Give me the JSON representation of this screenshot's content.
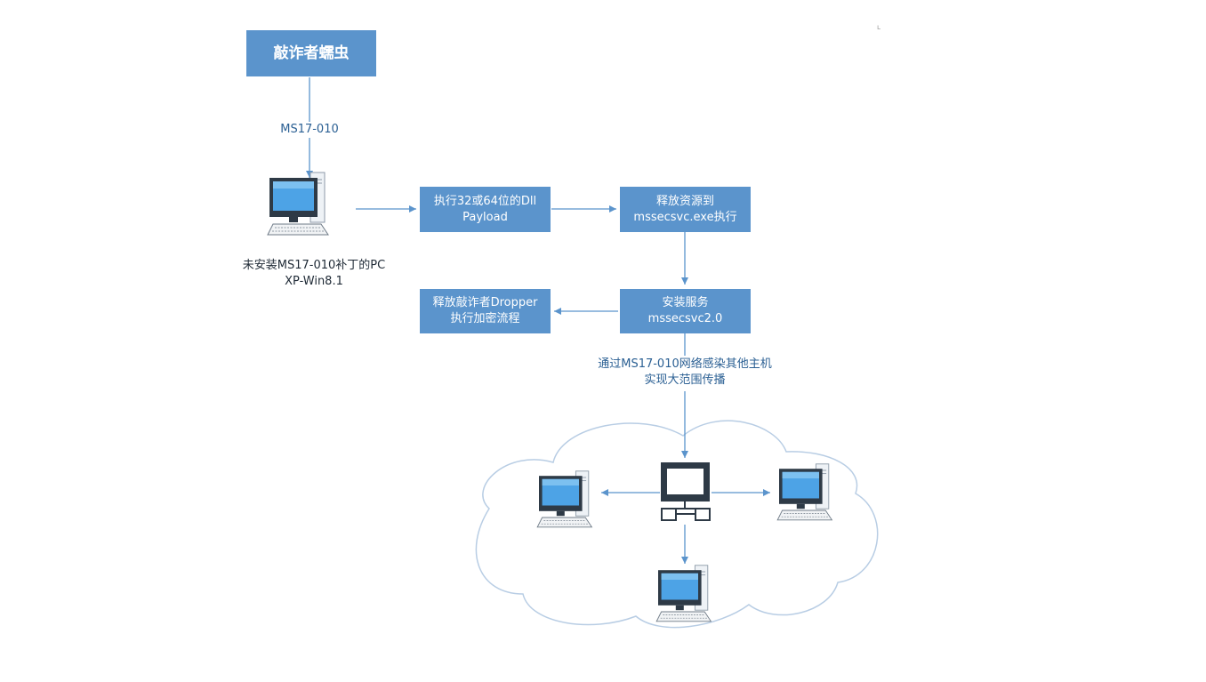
{
  "colors": {
    "box_fill": "#5b94cc",
    "line": "#5b94cc",
    "label": "#2a5f93",
    "cloud_stroke": "#b8cde4"
  },
  "nodes": {
    "worm": {
      "label": "敲诈者蠕虫"
    },
    "exec_dll": {
      "line1": "执行32或64位的Dll",
      "line2": "Payload"
    },
    "release_res": {
      "line1": "释放资源到",
      "line2": "mssecsvc.exe执行"
    },
    "install_svc": {
      "line1": "安装服务",
      "line2": "mssecsvc2.0"
    },
    "dropper": {
      "line1": "释放敲诈者Dropper",
      "line2": "执行加密流程"
    }
  },
  "edge_labels": {
    "ms17": "MS17-010",
    "spread_line1": "通过MS17-010网络感染其他主机",
    "spread_line2": "实现大范围传播"
  },
  "pc_caption": {
    "line1": "未安装MS17-010补丁的PC",
    "line2": "XP-Win8.1"
  },
  "icons": [
    "desktop-computer-icon",
    "network-hub-icon",
    "cloud-icon"
  ]
}
